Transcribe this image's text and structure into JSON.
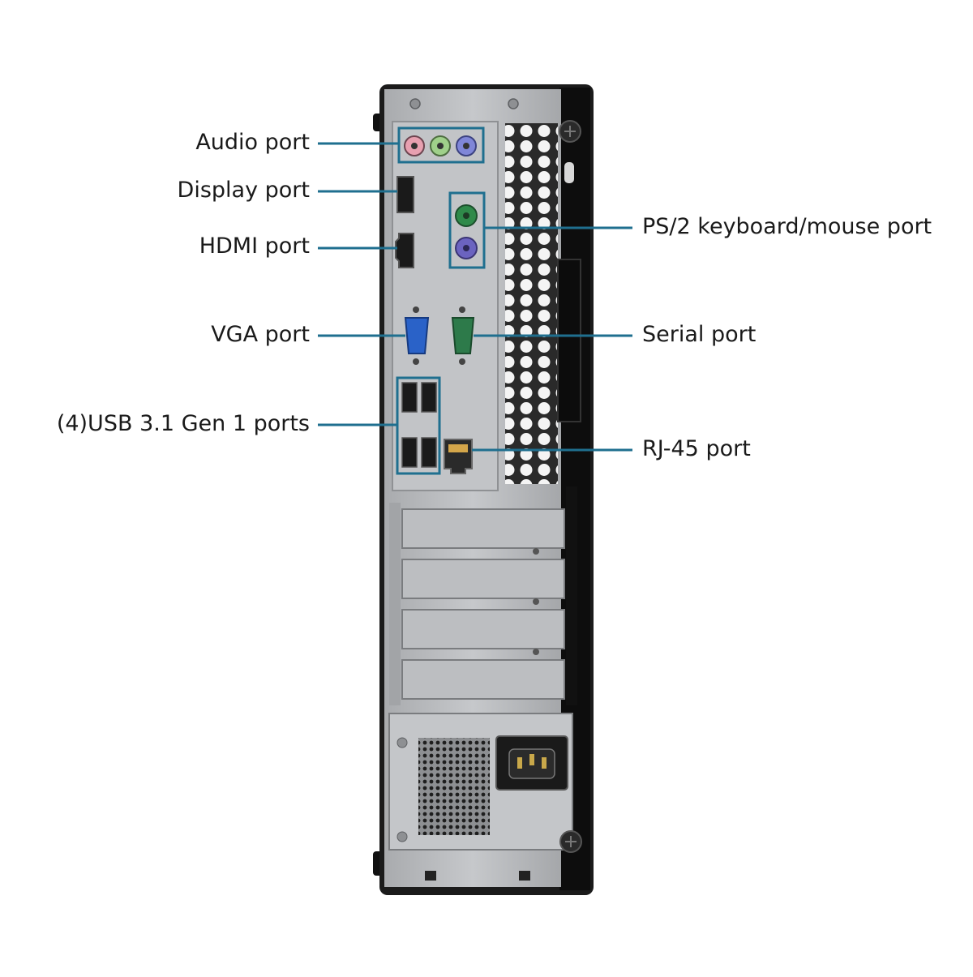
{
  "colors": {
    "callout": "#1f6f8f",
    "chassis": "#1b1b1b",
    "panel": "#bfc1c4",
    "panel_dark": "#9a9c9f",
    "audio_pink": "#e8a0b0",
    "audio_green": "#9fd08a",
    "audio_blue": "#7f86d8",
    "ps2_green": "#2f8a4a",
    "ps2_purple": "#6b63c0",
    "vga_blue": "#2a62c8",
    "serial_green": "#2d7a4a"
  },
  "labels": {
    "audio": "Audio port",
    "display": "Display port",
    "hdmi": "HDMI port",
    "vga": "VGA port",
    "usb": "(4)USB 3.1 Gen 1 ports",
    "ps2": "PS/2 keyboard/mouse port",
    "serial": "Serial port",
    "rj45": "RJ-45 port"
  },
  "icons": {
    "audio_jack": "audio-jack-icon",
    "display_port": "displayport-icon",
    "hdmi": "hdmi-icon",
    "vga": "vga-icon",
    "usb": "usb-icon",
    "ps2": "ps2-icon",
    "serial": "serial-icon",
    "rj45": "ethernet-icon",
    "power": "power-socket-icon",
    "lock": "lock-slot-icon"
  }
}
